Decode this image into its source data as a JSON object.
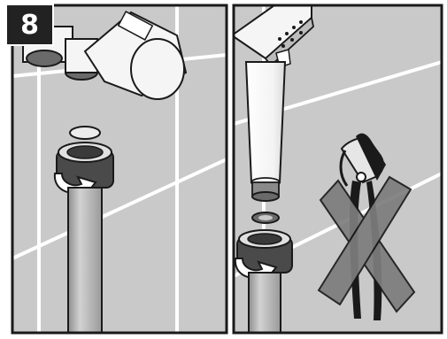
{
  "step": {
    "number": "8"
  },
  "panels": [
    {
      "name": "left-panel",
      "subject": "shower-arm-elbow-and-hose"
    },
    {
      "name": "right-panel",
      "subject": "handshower-and-hose"
    }
  ],
  "icons": {
    "prohibited_tool": "pliers-icon",
    "prohibited_mark": "cross-out-mark"
  },
  "colors": {
    "wall": "#c9c9c9",
    "tile_line": "#ffffff",
    "outline": "#1a1a1a",
    "chrome": "#f2f2f2",
    "hose": "#b0b0b0",
    "nut": "#555555",
    "cross": "#808080",
    "badge_bg": "#222222",
    "badge_text": "#ffffff"
  }
}
